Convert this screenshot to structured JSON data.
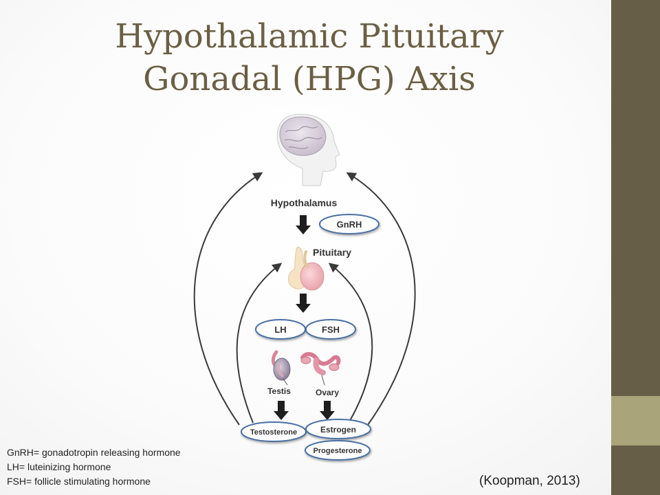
{
  "slide": {
    "title_line1": "Hypothalamic Pituitary",
    "title_line2": "Gonadal (HPG) Axis",
    "citation": "(Koopman, 2013)"
  },
  "diagram": {
    "hypothalamus_label": "Hypothalamus",
    "pituitary_label": "Pituitary",
    "testis_label": "Testis",
    "ovary_label": "Ovary",
    "hormones": {
      "gnrh": "GnRH",
      "lh": "LH",
      "fsh": "FSH",
      "testosterone": "Testosterone",
      "estrogen": "Estrogen",
      "progesterone": "Progesterone"
    }
  },
  "legend": {
    "items": [
      "GnRH= gonadotropin releasing hormone",
      "LH= luteinizing hormone",
      "FSH= follicle stimulating hormone"
    ]
  },
  "colors": {
    "pill_border": "#4a6fa5",
    "theme_dark": "#675e47",
    "theme_light": "#a9a47a",
    "title": "#6b5f44"
  }
}
